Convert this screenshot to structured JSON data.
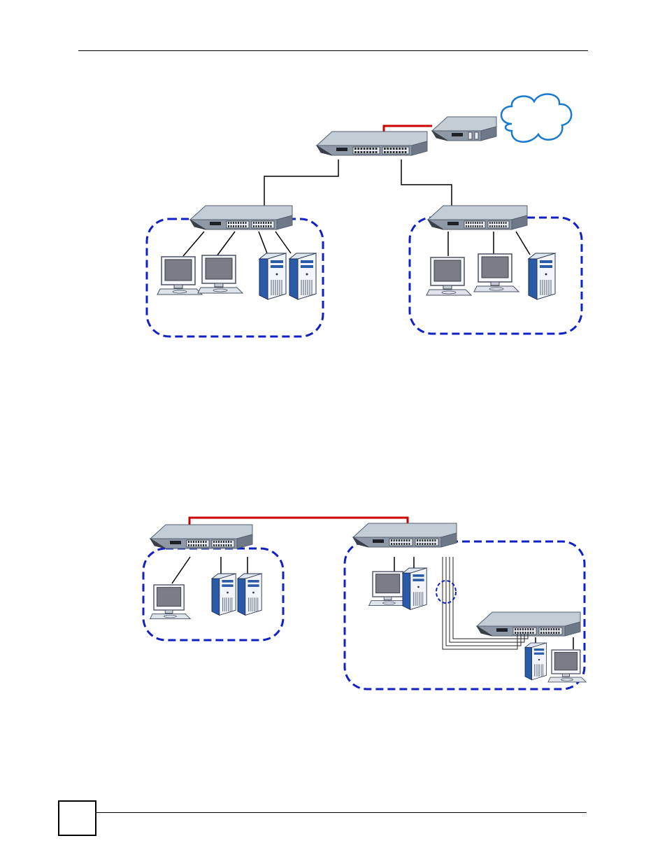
{
  "page": {
    "page_number": ""
  },
  "diagrams": [
    {
      "id": "top",
      "devices": [
        {
          "name": "gateway-switch",
          "kind": "switch"
        },
        {
          "name": "core-switch",
          "kind": "switch"
        },
        {
          "name": "edge-switch-left",
          "kind": "switch"
        },
        {
          "name": "edge-switch-right",
          "kind": "switch"
        },
        {
          "name": "internet-cloud",
          "kind": "cloud"
        }
      ],
      "groups": [
        "left-group",
        "right-group"
      ]
    },
    {
      "id": "bottom",
      "devices": [
        {
          "name": "switch-a",
          "kind": "switch"
        },
        {
          "name": "switch-b",
          "kind": "switch"
        },
        {
          "name": "switch-c",
          "kind": "switch"
        }
      ],
      "groups": [
        "group-a",
        "group-b"
      ]
    }
  ],
  "colors": {
    "uplink": "#cc0000",
    "group_border": "#1020c8",
    "switch_top": "#c4ccd6",
    "switch_front": "#a7b2c0",
    "server_side": "#2a5ba8",
    "monitor_screen": "#7a7d86"
  }
}
